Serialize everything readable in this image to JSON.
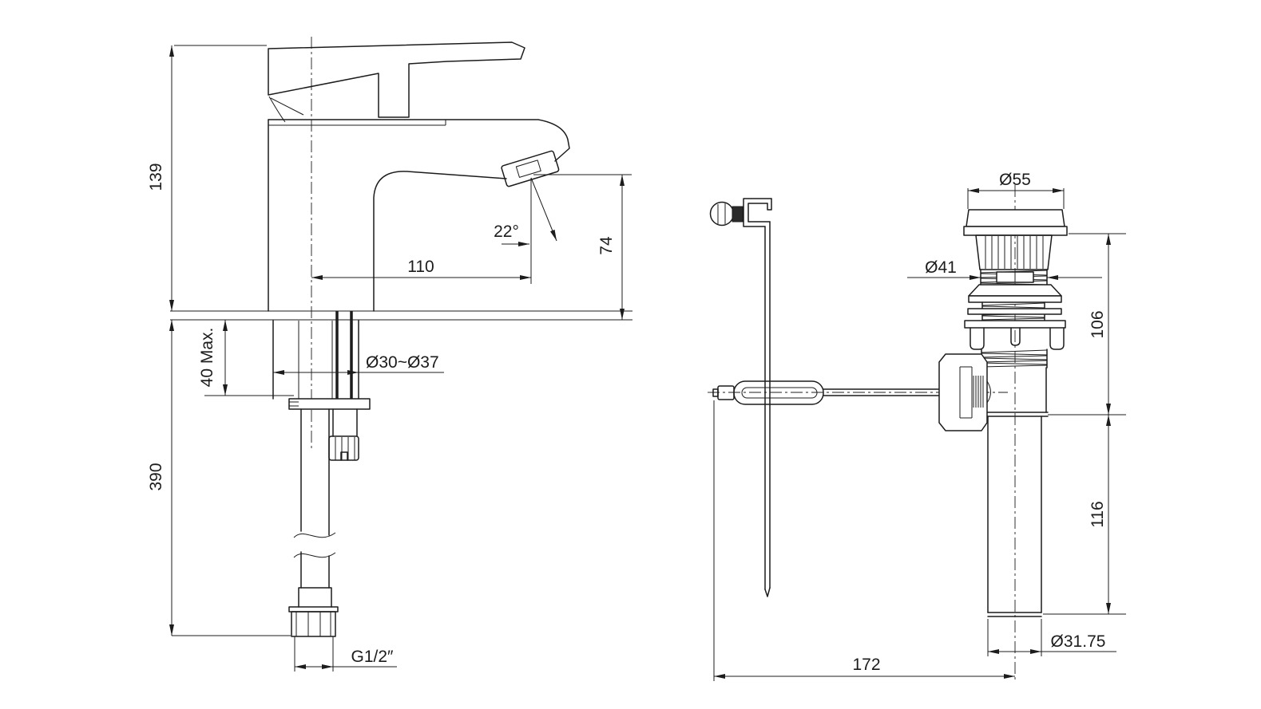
{
  "colors": {
    "background": "#ffffff",
    "line": "#1c1c1c"
  },
  "left_view": {
    "name": "single-lever basin mixer side view",
    "dims": {
      "body_height": "139",
      "deck_thickness": "40 Max.",
      "under_counter_length": "390",
      "spout_reach": "110",
      "spout_angle": "22°",
      "spout_height": "74",
      "mounting_hole": "Ø30~Ø37",
      "supply_thread": "G1/2″"
    }
  },
  "right_view": {
    "name": "pop-up drain waste side view",
    "dims": {
      "flange_diameter": "Ø55",
      "neck_diameter": "Ø41",
      "upper_height": "106",
      "lower_height": "116",
      "tailpiece_diameter": "Ø31.75",
      "rod_reach": "172"
    }
  }
}
